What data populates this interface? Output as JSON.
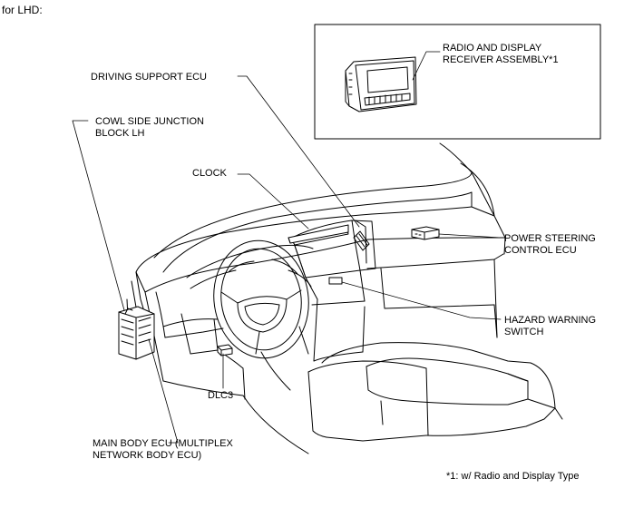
{
  "header": "for LHD:",
  "inset_box": {
    "label_line1": "RADIO AND DISPLAY",
    "label_line2": "RECEIVER ASSEMBLY*1"
  },
  "callouts": {
    "driving_support_ecu": "DRIVING SUPPORT ECU",
    "cowl_side_line1": "COWL SIDE JUNCTION",
    "cowl_side_line2": "BLOCK LH",
    "clock": "CLOCK",
    "power_steering_line1": "POWER STEERING",
    "power_steering_line2": "CONTROL ECU",
    "hazard_line1": "HAZARD WARNING",
    "hazard_line2": "SWITCH",
    "dlc3": "DLC3",
    "main_body_line1": "MAIN BODY ECU (MULTIPLEX",
    "main_body_line2": "NETWORK BODY ECU)"
  },
  "footnote": "*1: w/ Radio and Display Type"
}
